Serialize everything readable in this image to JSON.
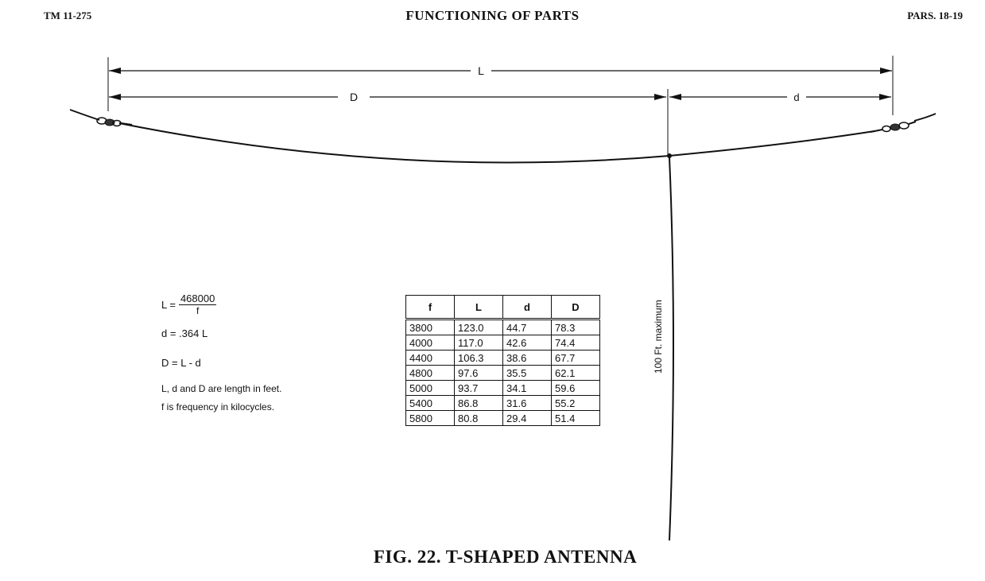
{
  "header": {
    "left": "TM 11-275",
    "center": "FUNCTIONING OF PARTS",
    "right": "PARS. 18-19"
  },
  "drawing": {
    "dim_L": "L",
    "dim_D": "D",
    "dim_d": "d",
    "lead_label": "100 Ft. maximum"
  },
  "formulas": {
    "L_prefix": "L =",
    "L_numerator": "468000",
    "L_denominator": "f",
    "d_formula": "d = .364 L",
    "D_formula": "D = L - d",
    "note_lengths": "L, d and D are length in feet.",
    "note_frequency": "f is frequency in kilocycles."
  },
  "table": {
    "headers": [
      "f",
      "L",
      "d",
      "D"
    ],
    "rows": [
      [
        "3800",
        "123.0",
        "44.7",
        "78.3"
      ],
      [
        "4000",
        "117.0",
        "42.6",
        "74.4"
      ],
      [
        "4400",
        "106.3",
        "38.6",
        "67.7"
      ],
      [
        "4800",
        "97.6",
        "35.5",
        "62.1"
      ],
      [
        "5000",
        "93.7",
        "34.1",
        "59.6"
      ],
      [
        "5400",
        "86.8",
        "31.6",
        "55.2"
      ],
      [
        "5800",
        "80.8",
        "29.4",
        "51.4"
      ]
    ]
  },
  "caption": "FIG. 22. T-SHAPED ANTENNA"
}
